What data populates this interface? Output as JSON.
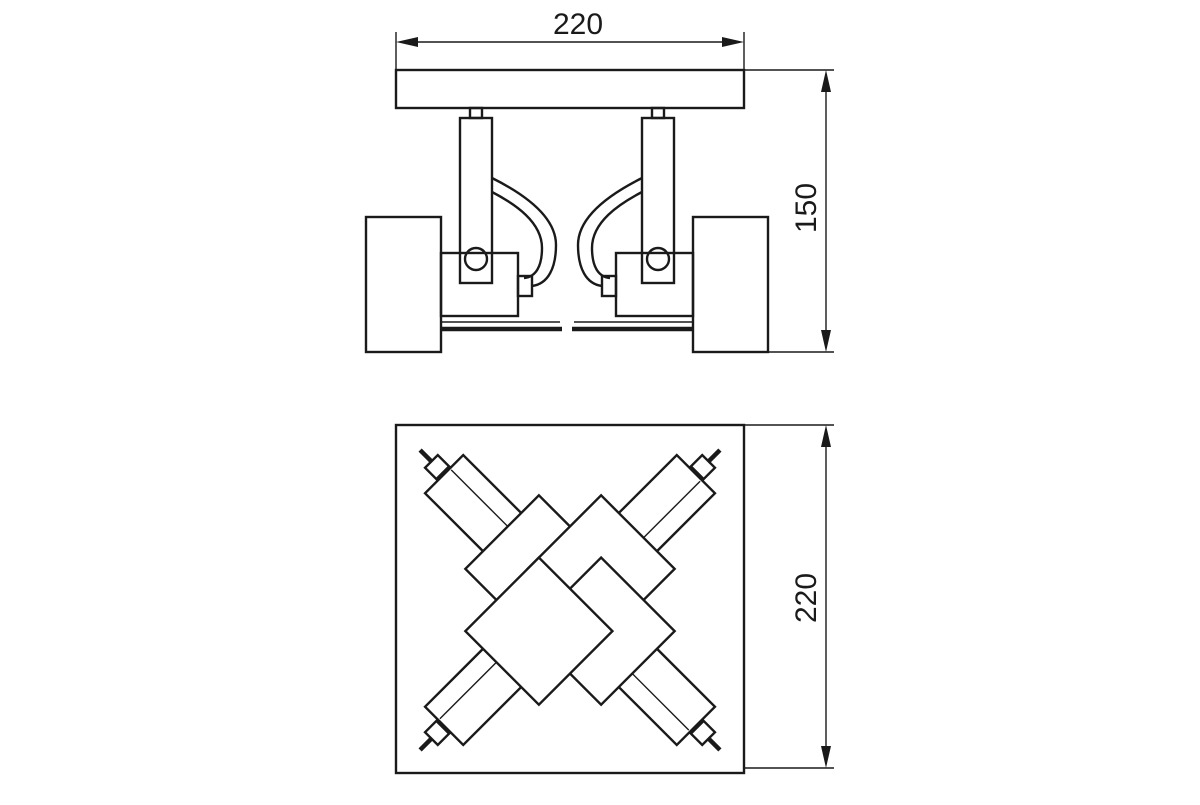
{
  "side_view": {
    "width_dimension": "220",
    "height_dimension": "150"
  },
  "top_view": {
    "depth_dimension": "220"
  }
}
